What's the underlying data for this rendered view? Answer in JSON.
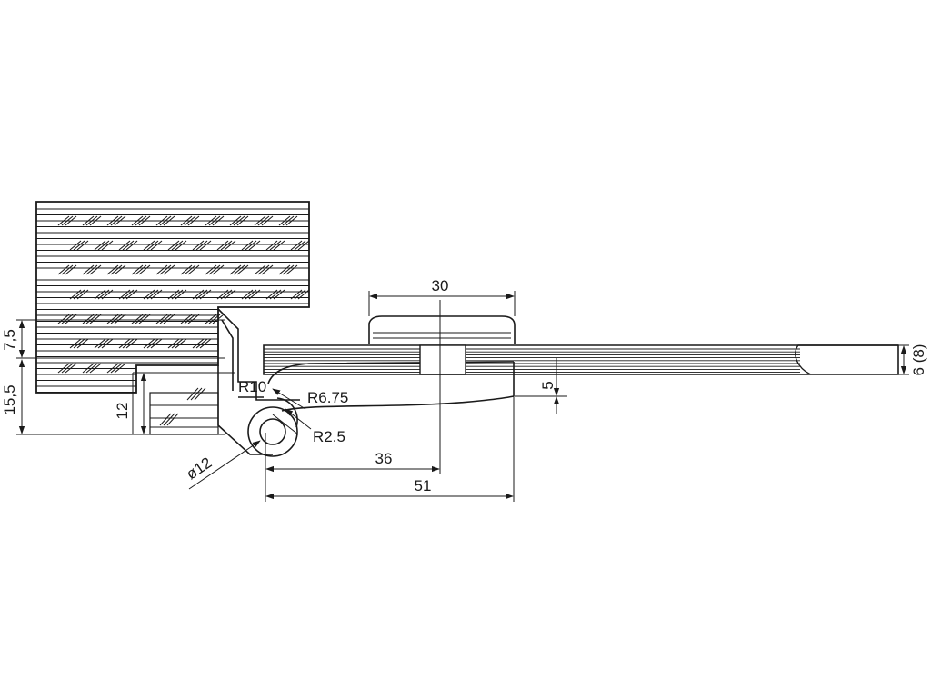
{
  "dimensions": {
    "width_30": "30",
    "height_7_5": "7,5",
    "height_15_5": "15,5",
    "height_12": "12",
    "radius_10": "R10",
    "radius_6_75": "R6.75",
    "radius_2_5": "R2.5",
    "diameter_12": "ø12",
    "length_36": "36",
    "length_51": "51",
    "height_5": "5",
    "thickness_6_8": "6 (8)"
  },
  "colors": {
    "line": "#1a1a1a",
    "background": "#ffffff"
  }
}
